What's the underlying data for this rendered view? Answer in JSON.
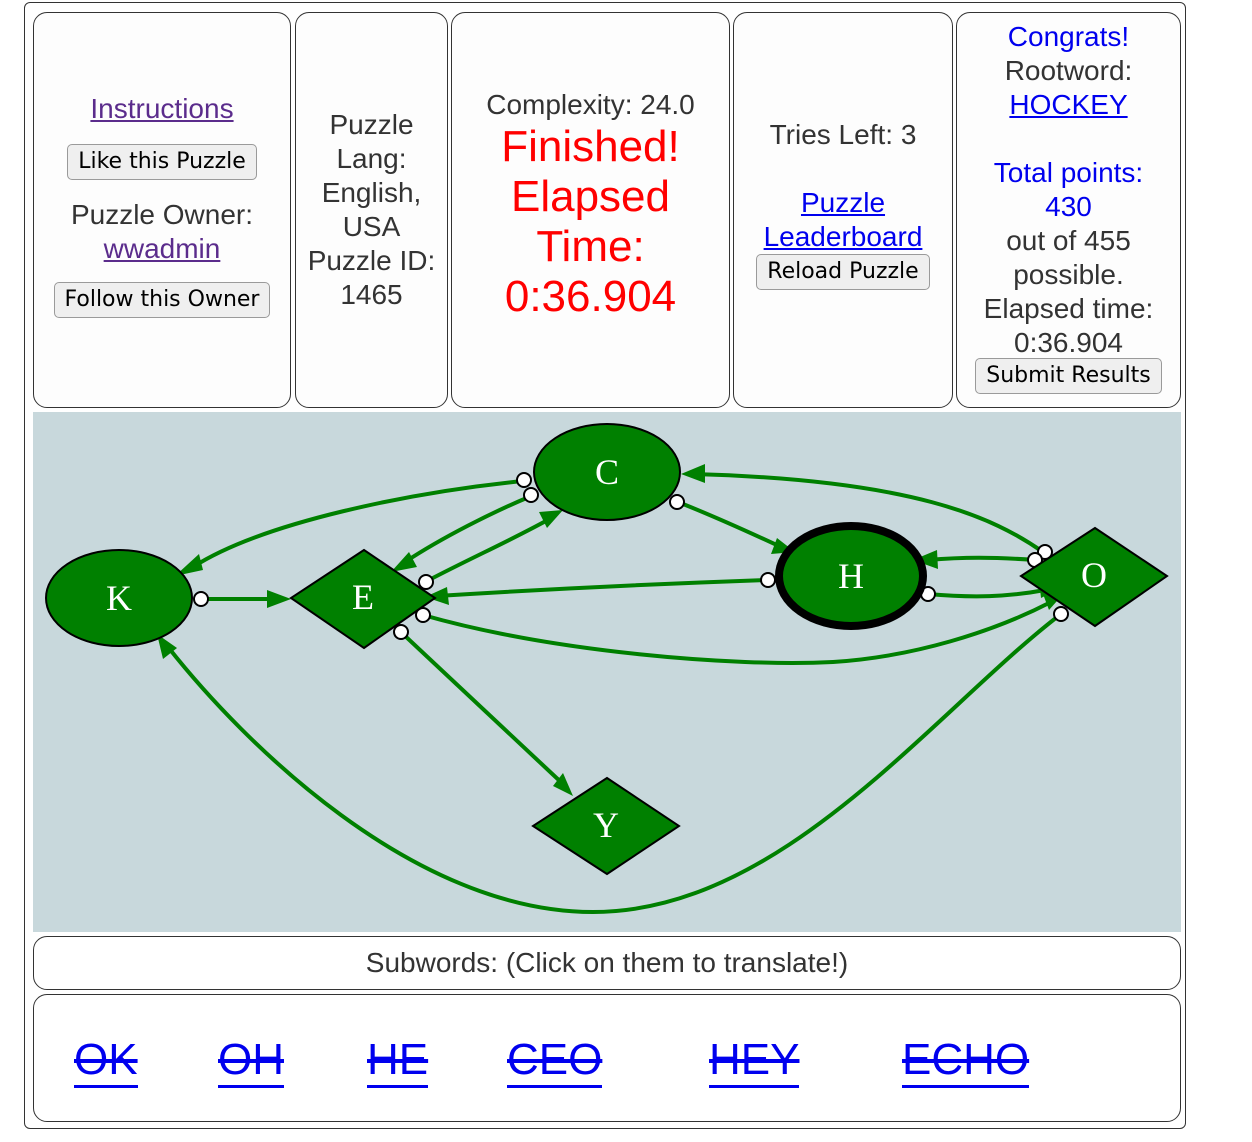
{
  "panel1": {
    "instructions": "Instructions",
    "like_button": "Like this Puzzle",
    "owner_label": "Puzzle Owner:",
    "owner_name": "wwadmin",
    "follow_button": "Follow this Owner"
  },
  "panel2": {
    "line1": "Puzzle",
    "line2": "Lang:",
    "line3": "English,",
    "line4": "USA",
    "line5": "Puzzle ID:",
    "line6": "1465"
  },
  "panel3": {
    "complexity": "Complexity: 24.0",
    "finished": "Finished!",
    "elapsed1": "Elapsed",
    "elapsed2": "Time:",
    "time": "0:36.904"
  },
  "panel4": {
    "tries": "Tries Left: 3",
    "leaderboard1": "Puzzle",
    "leaderboard2": "Leaderboard",
    "reload_button": "Reload Puzzle"
  },
  "panel5": {
    "congrats": "Congrats!",
    "rootword_label": "Rootword:",
    "rootword": "HOCKEY",
    "points_label": "Total points:",
    "points": "430",
    "out_of": "out of 455",
    "possible": "possible.",
    "elapsed_label": "Elapsed time:",
    "elapsed_value": "0:36.904",
    "submit_button": "Submit Results"
  },
  "graph": {
    "nodes": [
      {
        "id": "C",
        "label": "C",
        "shape": "ellipse"
      },
      {
        "id": "K",
        "label": "K",
        "shape": "ellipse"
      },
      {
        "id": "E",
        "label": "E",
        "shape": "diamond"
      },
      {
        "id": "H",
        "label": "H",
        "shape": "ellipse",
        "highlighted": true
      },
      {
        "id": "O",
        "label": "O",
        "shape": "diamond"
      },
      {
        "id": "Y",
        "label": "Y",
        "shape": "diamond"
      }
    ],
    "node_color": "#008000",
    "edge_color": "#008000",
    "background": "#c8d8dc"
  },
  "subwords_header": "Subwords: (Click on them to translate!)",
  "subwords": [
    "OK",
    "OH",
    "HE",
    "CEO",
    "HEY",
    "ECHO"
  ]
}
